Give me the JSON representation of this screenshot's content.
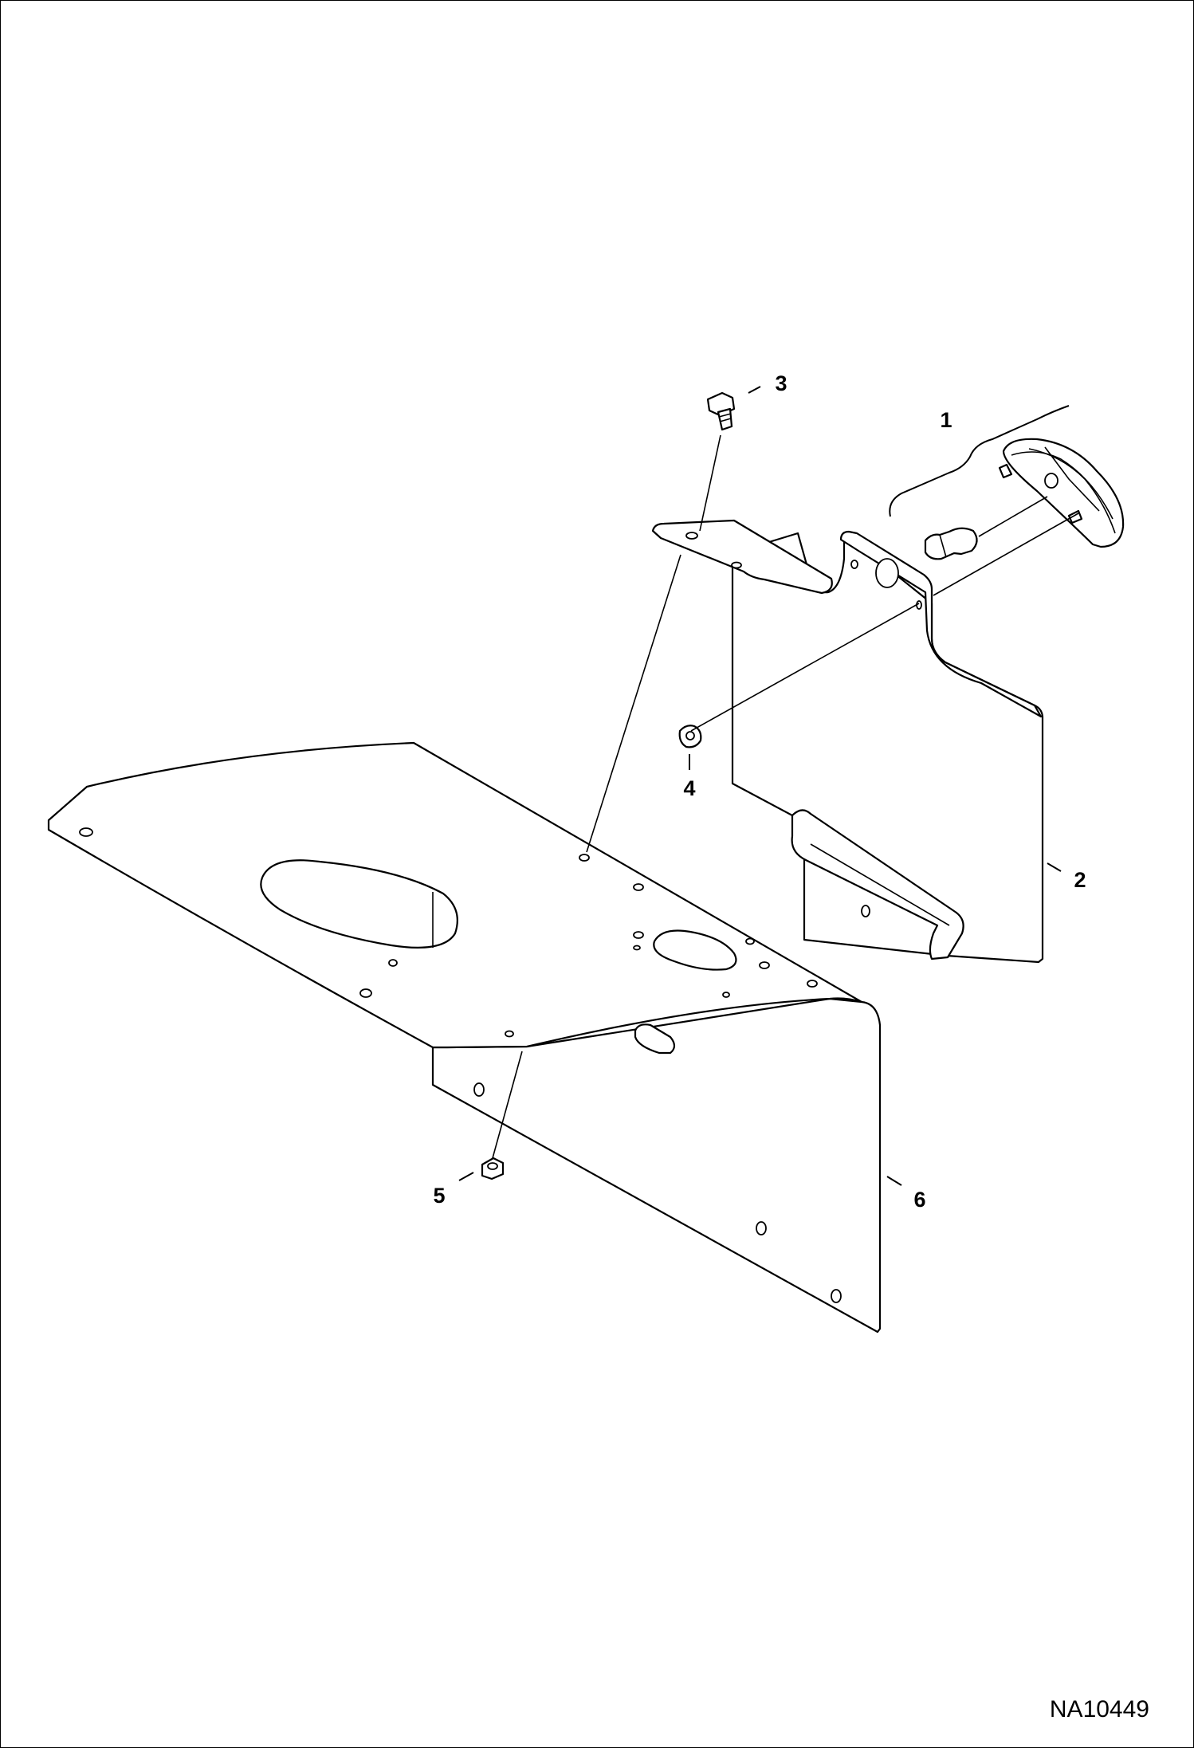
{
  "callouts": [
    {
      "id": "callout-1",
      "label": "1"
    },
    {
      "id": "callout-2",
      "label": "2"
    },
    {
      "id": "callout-3",
      "label": "3"
    },
    {
      "id": "callout-4",
      "label": "4"
    },
    {
      "id": "callout-5",
      "label": "5"
    },
    {
      "id": "callout-6",
      "label": "6"
    }
  ],
  "drawing_code": "NA10449"
}
